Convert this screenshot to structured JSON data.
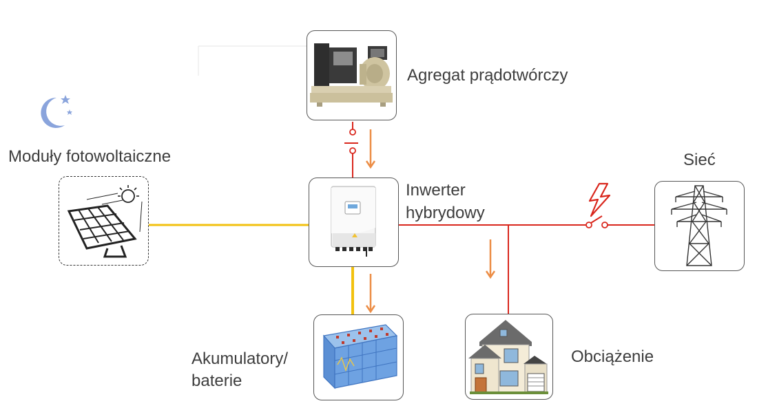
{
  "labels": {
    "generator": "Agregat prądotwórczy",
    "pv_modules": "Moduły fotowoltaiczne",
    "grid": "Sieć",
    "inverter_line1": "Inwerter",
    "inverter_line2": "hybrydowy",
    "battery_line1": "Akumulatory/",
    "battery_line2": "baterie",
    "load": "Obciążenie"
  },
  "colors": {
    "pv_dc_line": "#f2c10f",
    "ac_line": "#d9261c",
    "flow_arrow": "#ec8d45",
    "night_icon": "#8aa4dc",
    "box_border": "#555555"
  },
  "icons": {
    "night": "moon-stars-icon",
    "lightning": "lightning-icon",
    "switch": "switch-icon"
  }
}
